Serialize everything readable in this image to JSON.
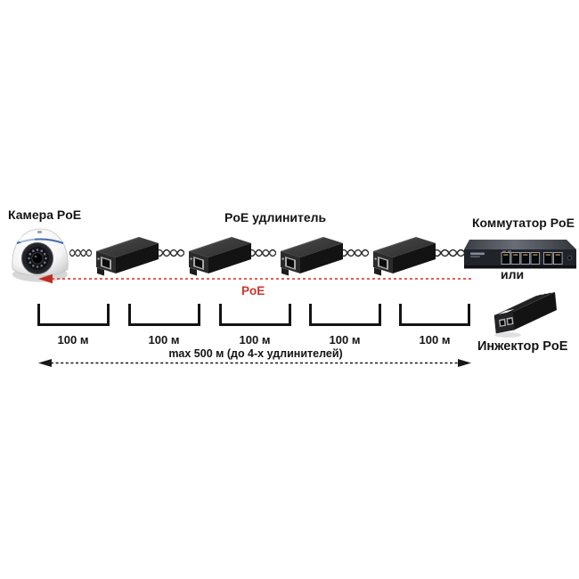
{
  "diagram": {
    "labels": {
      "camera": "Камера PoE",
      "extender": "PoE удлинитель",
      "switch": "Коммутатор PoE",
      "or": "или",
      "injector": "Инжектор PoE",
      "poe_line": "PoE",
      "total_span": "max 500 м (до 4-х удлинителей)"
    },
    "segments": [
      {
        "label": "100 м"
      },
      {
        "label": "100 м"
      },
      {
        "label": "100 м"
      },
      {
        "label": "100 м"
      },
      {
        "label": "100 м"
      }
    ],
    "devices": {
      "camera": "dome-camera",
      "extender": "poe-extender",
      "extenders_count": 4,
      "switch": "6-port-poe-switch",
      "injector": "poe-injector",
      "link": "twisted-pair-cable"
    },
    "colors": {
      "background": "#ffffff",
      "text": "#141414",
      "poe_red": "#cd352b",
      "poe_dash": "#dd4a3e",
      "device_dark": "#222222",
      "camera_accent_blue": "#3f6cb0"
    }
  }
}
